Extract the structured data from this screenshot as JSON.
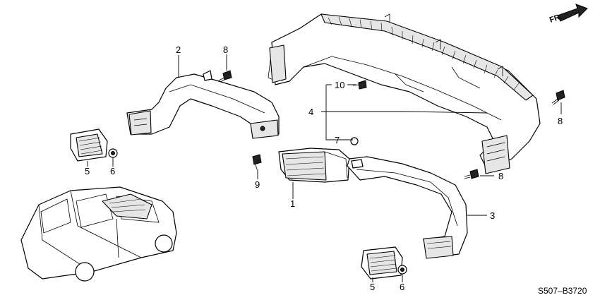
{
  "callouts": {
    "c1": "1",
    "c2": "2",
    "c3": "3",
    "c4": "4",
    "c5a": "5",
    "c5b": "5",
    "c6a": "6",
    "c6b": "6",
    "c7": "7",
    "c8a": "8",
    "c8b": "8",
    "c8c": "8",
    "c9": "9",
    "c10": "10"
  },
  "direction_badge": "FR.",
  "diagram_code": "S507–B3720",
  "icons": {
    "direction": "forward-arrow-icon"
  }
}
